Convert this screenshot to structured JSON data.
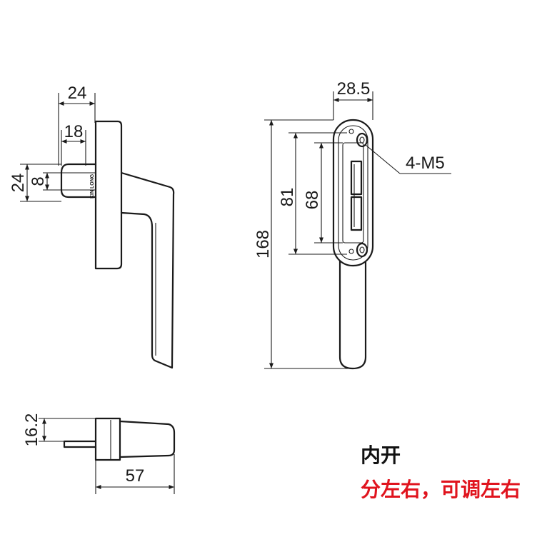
{
  "dimensions": {
    "side_width_24": "24",
    "side_width_18": "18",
    "side_height_24": "24",
    "spindle_8": "8",
    "front_width": "28.5",
    "screw_callout": "4-M5",
    "hole_spacing_81": "81",
    "slot_length_68": "68",
    "total_length": "168",
    "bottom_height": "16.2",
    "bottom_length": "57"
  },
  "brand_mark": "KIN LONG",
  "notes": {
    "opening": "内开",
    "handing": "分左右，可调左右"
  },
  "colors": {
    "line": "#1a1a1a",
    "note_black": "#111111",
    "note_red": "#e0141e"
  }
}
